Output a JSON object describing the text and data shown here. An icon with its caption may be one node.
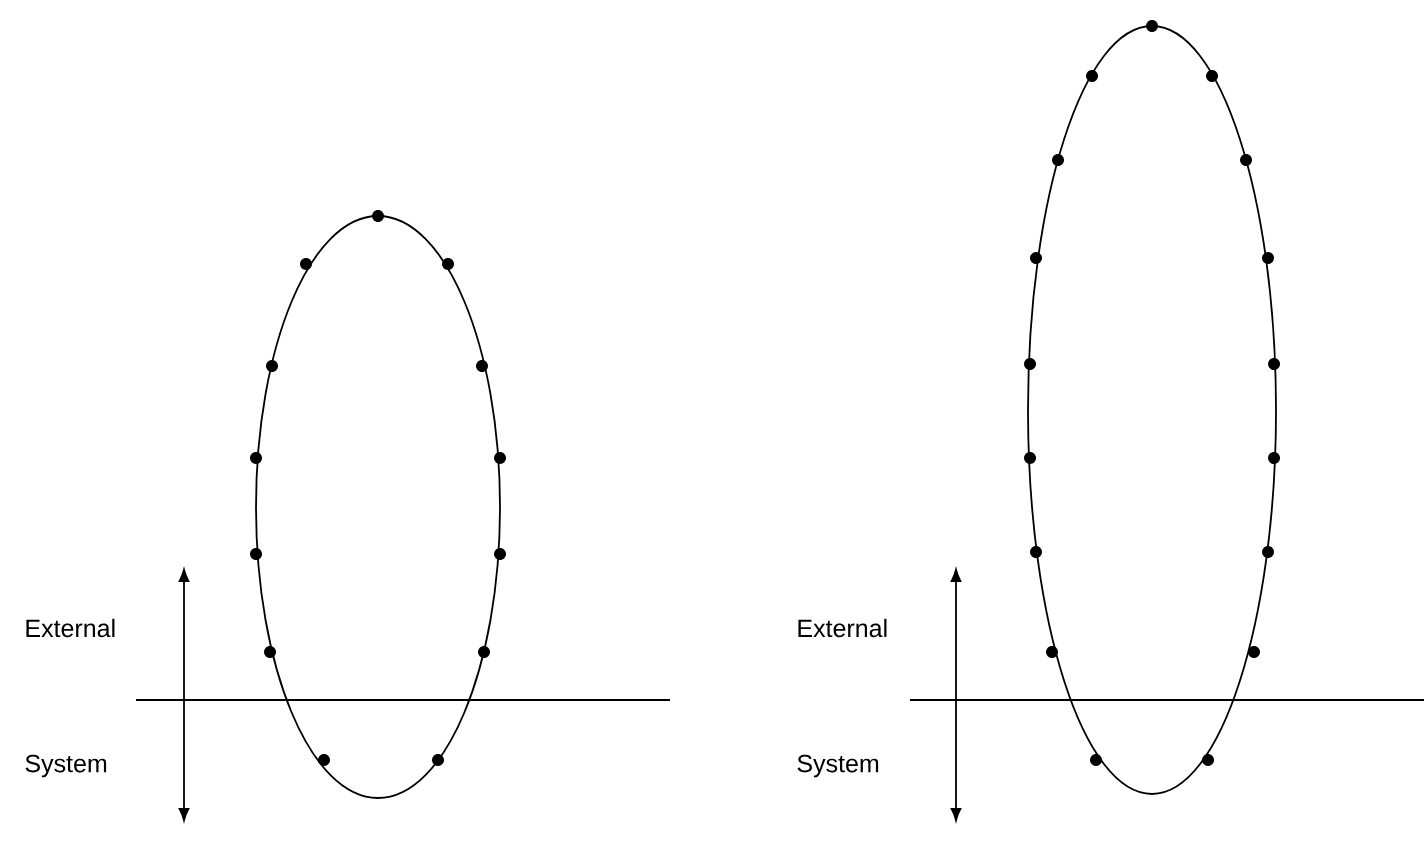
{
  "diagram": {
    "labels": [
      "External",
      "System",
      "External",
      "System"
    ]
  }
}
